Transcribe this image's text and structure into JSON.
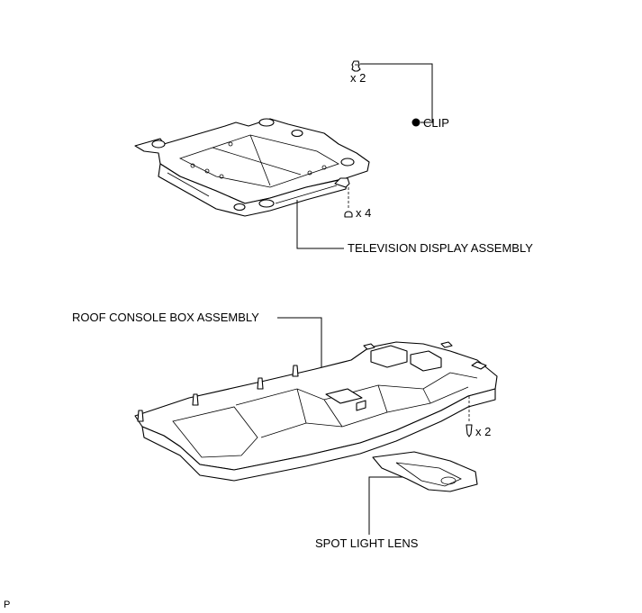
{
  "labels": {
    "clip_qty": "x 2",
    "clip": "CLIP",
    "nut_qty": "x 4",
    "tv_display": "TELEVISION DISPLAY ASSEMBLY",
    "roof_console": "ROOF CONSOLE BOX ASSEMBLY",
    "screw_qty": "x 2",
    "spot_light": "SPOT LIGHT LENS",
    "corner_code": "P"
  },
  "icons": {
    "clip_marker": "filled-circle"
  }
}
